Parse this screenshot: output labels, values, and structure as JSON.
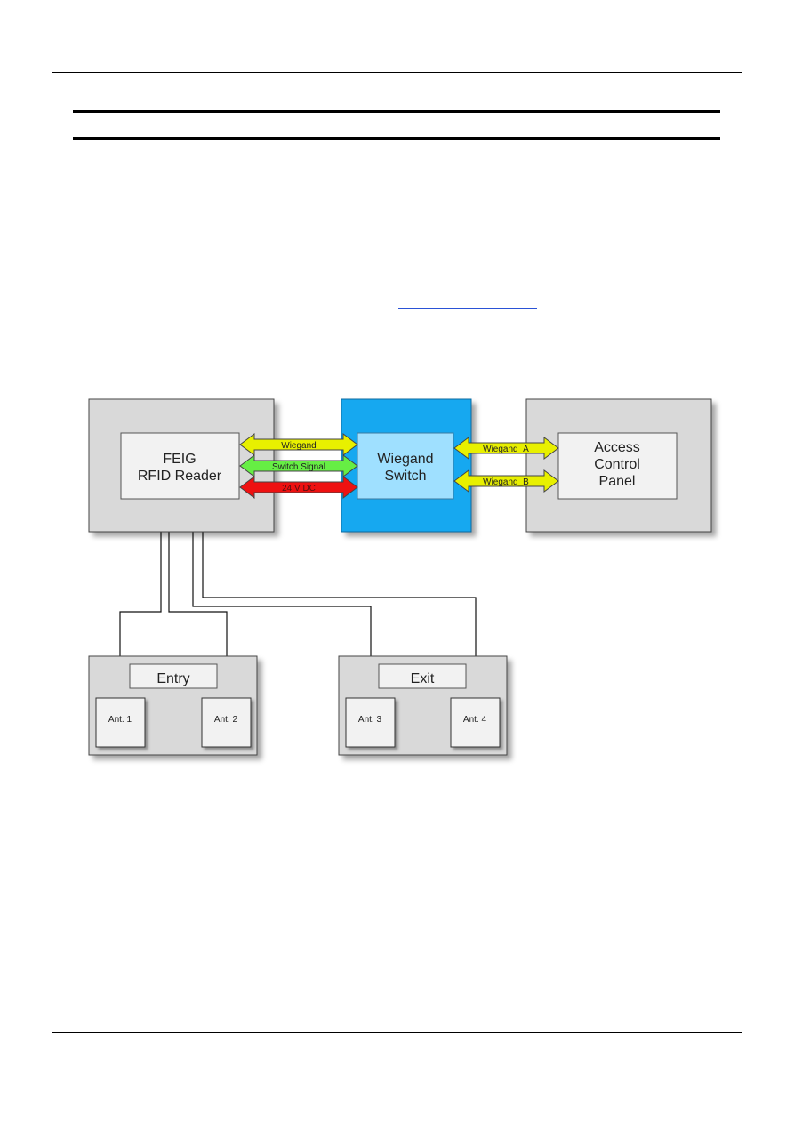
{
  "diagram": {
    "reader": {
      "line1": "FEIG",
      "line2": "RFID Reader"
    },
    "wiegand_switch": {
      "line1": "Wiegand",
      "line2": "Switch"
    },
    "panel": {
      "line1": "Access",
      "line2": "Control",
      "line3": "Panel"
    },
    "connections": {
      "wiegand": "Wiegand",
      "switch_signal": "Switch Signal",
      "power": "24 V DC",
      "wiegand_a": "Wiegand_A",
      "wiegand_b": "Wiegand_B"
    },
    "entry": {
      "label": "Entry",
      "antennas": [
        "Ant. 1",
        "Ant. 2"
      ]
    },
    "exit": {
      "label": "Exit",
      "antennas": [
        "Ant. 3",
        "Ant. 4"
      ]
    },
    "colors": {
      "wiegand": "#e8f000",
      "switch_signal": "#66ee44",
      "power": "#ee1111",
      "switch_box": "#12a8f0",
      "switch_inner": "#9fe0ff",
      "outer_box": "#d9d9d9",
      "inner_box": "#f2f2f2"
    }
  }
}
